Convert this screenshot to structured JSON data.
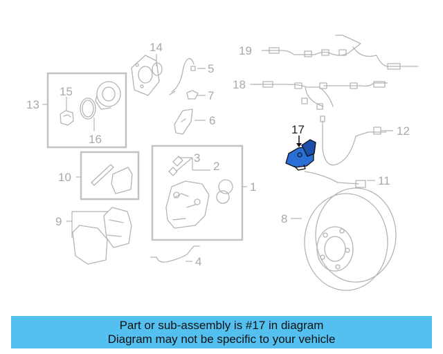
{
  "diagram": {
    "callouts": {
      "c1": "1",
      "c2": "2",
      "c3": "3",
      "c4": "4",
      "c5": "5",
      "c6": "6",
      "c7": "7",
      "c8": "8",
      "c9": "9",
      "c10": "10",
      "c11": "11",
      "c12": "12",
      "c13": "13",
      "c14": "14",
      "c15": "15",
      "c16": "16",
      "c17": "17",
      "c18": "18",
      "c19": "19"
    },
    "highlight_color": "#2a6fd6",
    "highlighted_part": "17"
  },
  "caption": {
    "line1": "Part or sub-assembly is #17 in diagram",
    "line2": "Diagram may not be specific to your vehicle",
    "background": "#53c0f0"
  }
}
